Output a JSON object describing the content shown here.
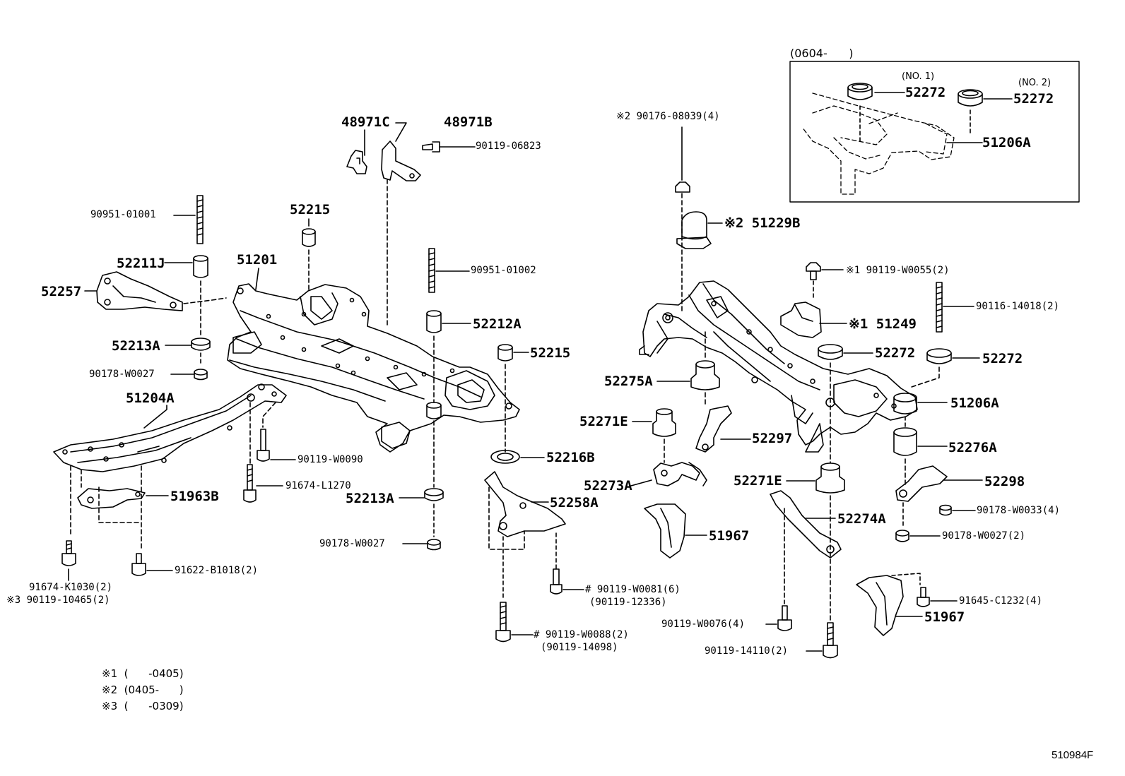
{
  "inset": {
    "date_range": "(0604-      )",
    "no1": "(NO. 1)",
    "no2": "(NO. 2)",
    "part_no1": "52272",
    "part_no2": "52272",
    "part_bracket": "51206A"
  },
  "labels": {
    "p48971C": "48971C",
    "p48971B": "48971B",
    "p90119_06823": "90119-06823",
    "p90951_01001": "90951-01001",
    "p52215_top": "52215",
    "p52211J": "52211J",
    "p51201": "51201",
    "p52257": "52257",
    "p90951_01002": "90951-01002",
    "p52212A": "52212A",
    "p52213A_left": "52213A",
    "p90178_W0027_left": "90178-W0027",
    "p52215_mid": "52215",
    "p51204A": "51204A",
    "p90119_W0090": "90119-W0090",
    "p91674_L1270": "91674-L1270",
    "p52216B": "52216B",
    "p51963B": "51963B",
    "p52213A_mid": "52213A",
    "p52258A": "52258A",
    "p90178_W0027_mid": "90178-W0027",
    "p91622_B1018": "91622-B1018(2)",
    "p91674_K1030": "91674-K1030(2)",
    "p90119_10465": "※3 90119-10465(2)",
    "p90119_W0081": "# 90119-W0081(6)",
    "p90119_12336": "(90119-12336)",
    "p90119_W0088": "# 90119-W0088(2)",
    "p90119_14098": "(90119-14098)",
    "p90176_08039": "※2 90176-08039(4)",
    "p51229B": "※2 51229B",
    "p90119_W0055": "※1 90119-W0055(2)",
    "p90116_14018": "90116-14018(2)",
    "p51249": "※1 51249",
    "p52272_a": "52272",
    "p52272_b": "52272",
    "p52275A": "52275A",
    "p51206A": "51206A",
    "p52271E_a": "52271E",
    "p52297": "52297",
    "p52276A": "52276A",
    "p52273A": "52273A",
    "p52271E_b": "52271E",
    "p52298": "52298",
    "p90178_W0033": "90178-W0033(4)",
    "p52274A": "52274A",
    "p51967_a": "51967",
    "p90178_W0027_right": "90178-W0027(2)",
    "p91645_C1232": "91645-C1232(4)",
    "p51967_b": "51967",
    "p90119_W0076": "90119-W0076(4)",
    "p90119_14110": "90119-14110(2)"
  },
  "notes": [
    "※1  (      -0405)",
    "※2  (0405-      )",
    "※3  (      -0309)"
  ],
  "diagram_code": "510984F"
}
